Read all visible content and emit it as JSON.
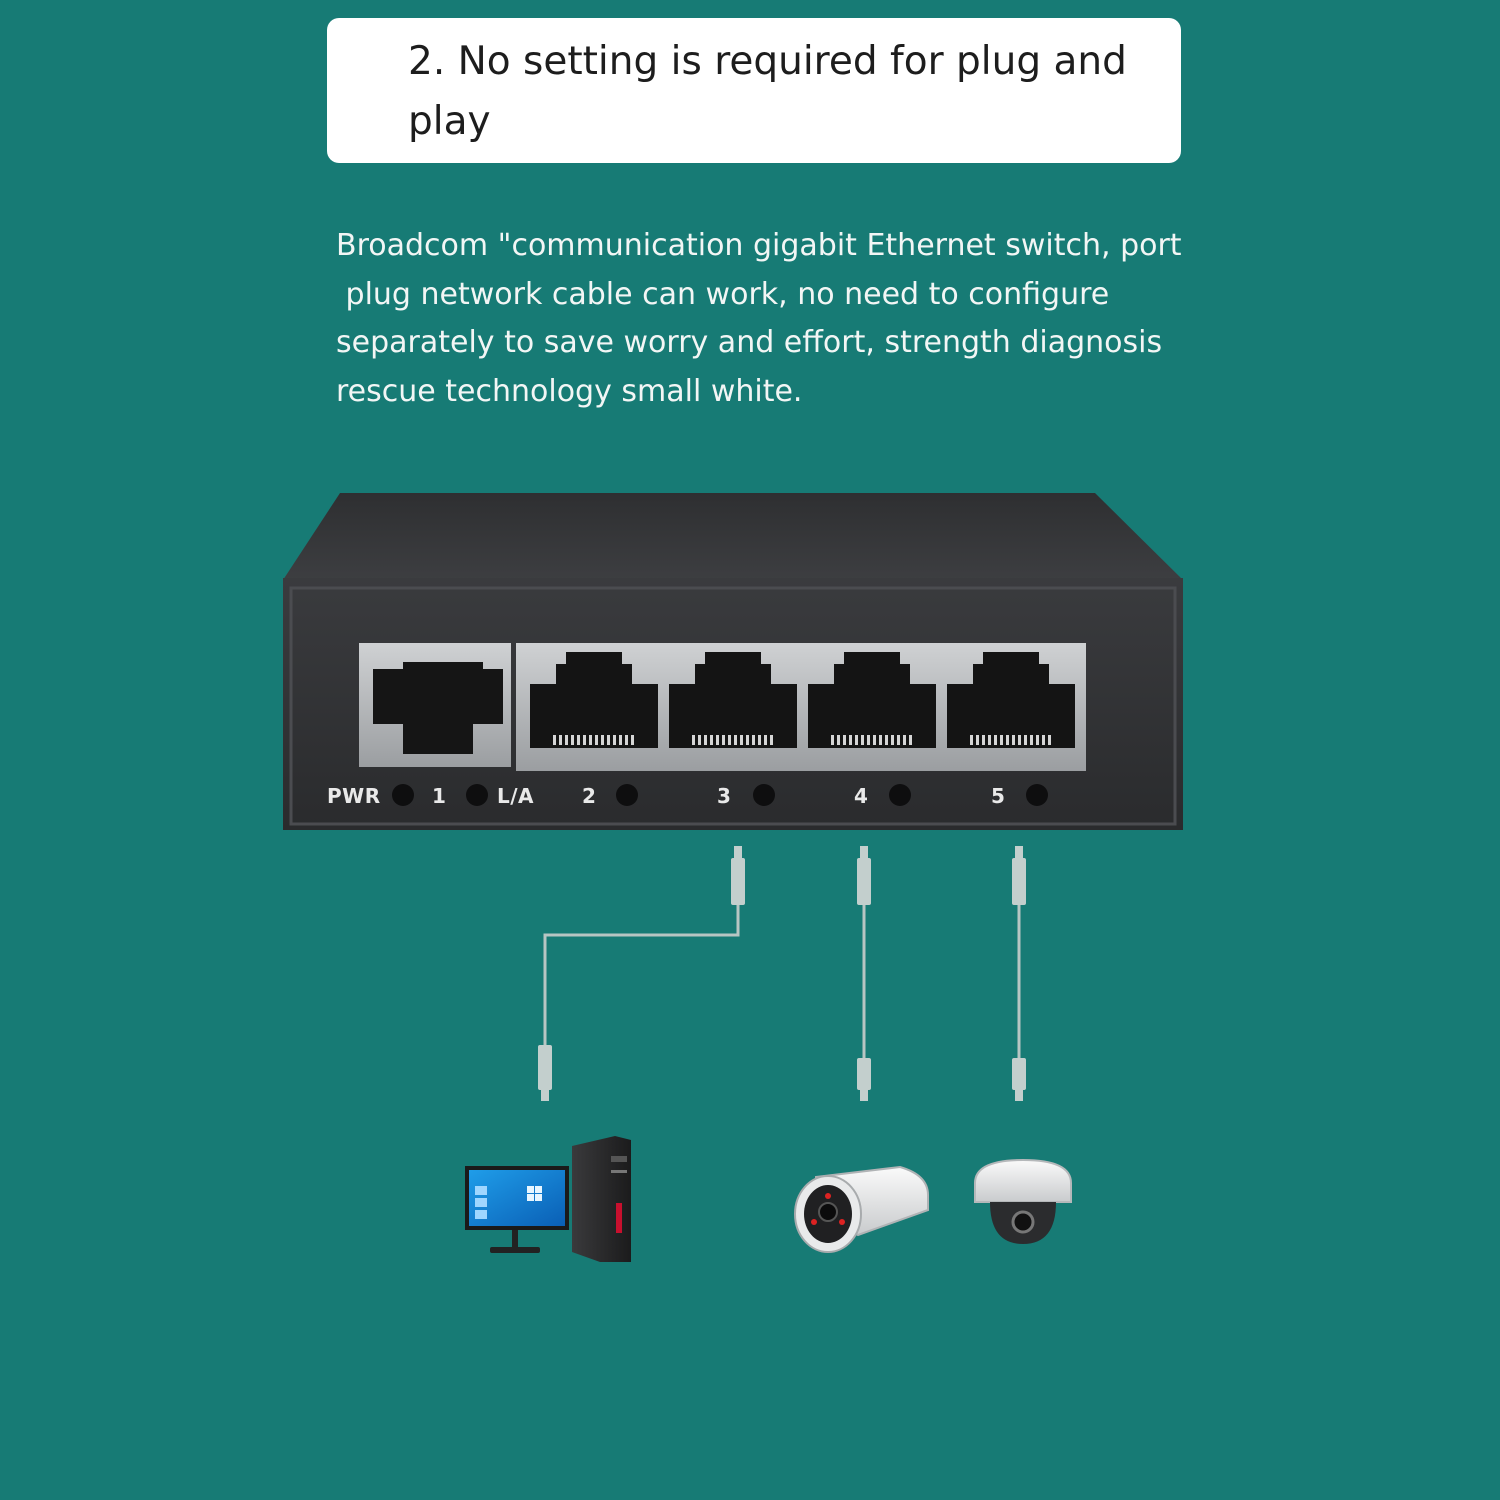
{
  "heading": {
    "text": "2. No setting is required for plug and play"
  },
  "description": {
    "lines": [
      "Broadcom \"communication gigabit Ethernet switch, port",
      " plug network cable can work, no need to configure",
      "separately to save worry and effort, strength diagnosis",
      "rescue technology small white."
    ]
  },
  "switch_panel": {
    "labels": {
      "power": "PWR",
      "port1": "1",
      "link_activity": "L/A",
      "port2": "2",
      "port3": "3",
      "port4": "4",
      "port5": "5"
    }
  },
  "devices": {
    "icons": [
      "desktop-computer-icon",
      "bullet-camera-icon",
      "dome-camera-icon"
    ]
  },
  "colors": {
    "background": "#177b75",
    "card": "#ffffff",
    "switch_body": "#333436",
    "cable": "#b7c6c3"
  }
}
